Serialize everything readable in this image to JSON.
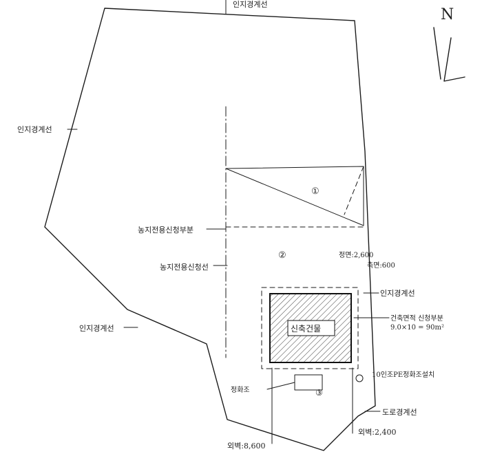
{
  "north": {
    "letter": "N"
  },
  "labels": {
    "top_boundary": "인지경계선",
    "left_boundary": "인지경계선",
    "lower_left_boundary": "인지경계선",
    "agri_use_portion": "농지전용신청부분",
    "agri_use_line": "농지전용신청선",
    "right_boundary": "인지경계선",
    "road_boundary": "도로경계선",
    "septic": "10인조PE정화조설치",
    "tank_label": "정화조",
    "front_setback": "정면:2,600",
    "side_setback": "측면:600",
    "building_area": "건축면적 신청부분",
    "building_formula": "9.0×10 = 90m²",
    "new_building": "신축건물",
    "dim_left": "외벽:8,600",
    "dim_right": "외벽:2,400",
    "circle_1": "①",
    "circle_2": "②",
    "circle_3": "③"
  },
  "colors": {
    "ink": "#1a1a1a",
    "paper": "#ffffff"
  }
}
